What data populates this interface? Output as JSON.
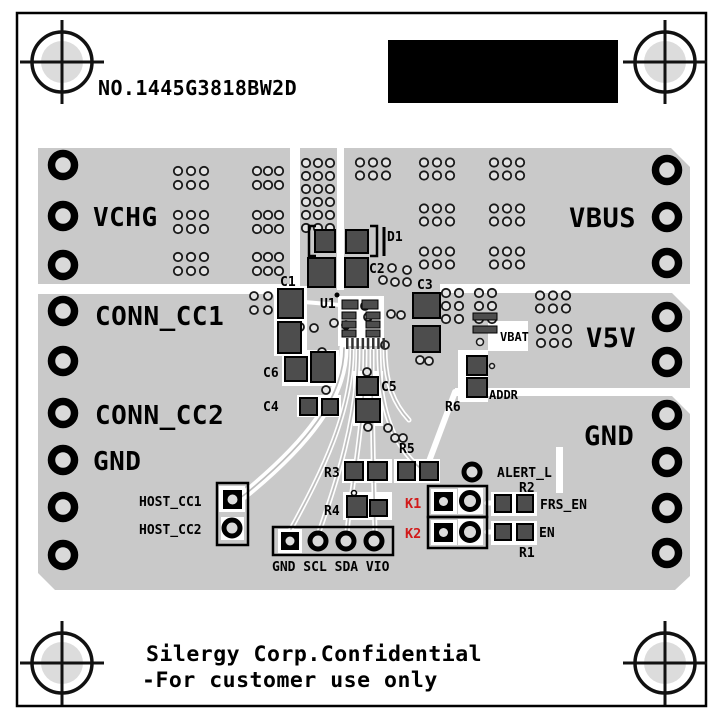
{
  "title": {
    "part_number": "NO.1445G3818BW2D"
  },
  "terminals": {
    "vchg": "VCHG",
    "vbus": "VBUS",
    "conn_cc1": "CONN_CC1",
    "v5v": "V5V",
    "conn_cc2": "CONN_CC2",
    "gnd_left": "GND",
    "gnd_right": "GND"
  },
  "components": {
    "c1": "C1",
    "c2": "C2",
    "c3": "C3",
    "c4": "C4",
    "c5": "C5",
    "c6": "C6",
    "d1": "D1",
    "u1": "U1",
    "r1": "R1",
    "r2": "R2",
    "r3": "R3",
    "r4": "R4",
    "r5": "R5",
    "r6": "R6"
  },
  "signals": {
    "vbat": "VBAT",
    "addr": "ADDR",
    "alert_l": "ALERT_L",
    "frs_en": "FRS_EN",
    "en": "EN",
    "host_cc1": "HOST_CC1",
    "host_cc2": "HOST_CC2",
    "k1": "K1",
    "k2": "K2",
    "i2c_header": "GND SCL SDA VIO"
  },
  "footer": {
    "line1": "Silergy Corp.Confidential",
    "line2": "-For customer use only"
  },
  "colors": {
    "copper": "#c9c9c9",
    "pad_dark": "#4d4d4d",
    "silkscreen": "#000000",
    "red_label": "#d11a1a",
    "hole": "#d9d9d9",
    "via_fill": "#e3e3e3",
    "censor": "#000000"
  }
}
